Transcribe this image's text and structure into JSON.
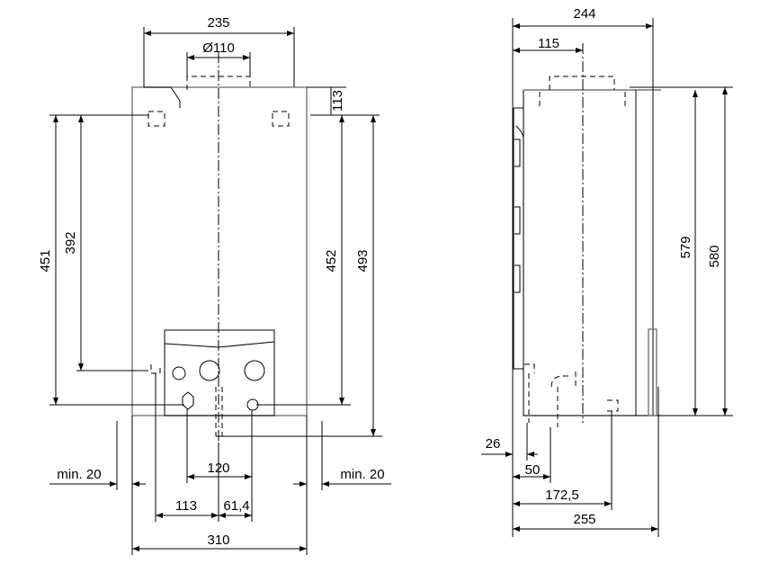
{
  "front_view": {
    "dims": {
      "width_top": "235",
      "flue_diameter": "Ø110",
      "top_to_hanger": "113",
      "height_451": "451",
      "height_392": "392",
      "height_452": "452",
      "height_493": "493",
      "clearance_left": "min. 20",
      "clearance_right": "min. 20",
      "pipe_spacing": "120",
      "offset_113": "113",
      "offset_61_4": "61,4",
      "total_width": "310"
    }
  },
  "side_view": {
    "dims": {
      "depth_244": "244",
      "flue_offset": "115",
      "height_579": "579",
      "height_580": "580",
      "offset_26": "26",
      "offset_50": "50",
      "offset_172_5": "172,5",
      "depth_255": "255"
    }
  },
  "colors": {
    "line": "#000000",
    "body_edge": "#777777"
  }
}
